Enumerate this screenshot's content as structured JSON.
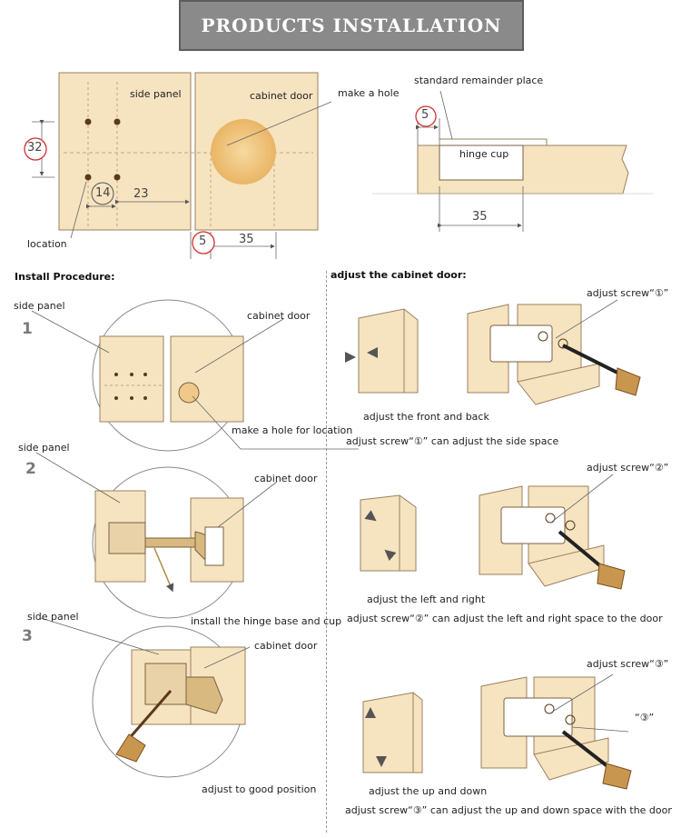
{
  "header": {
    "title": "PRODUCTS INSTALLATION"
  },
  "top_diagram": {
    "side_panel": "side panel",
    "cabinet_door": "cabinet door",
    "make_hole": "make a hole",
    "location": "location",
    "dim_32": "32",
    "dim_14": "14",
    "dim_23": "23",
    "dim_5": "5",
    "dim_35": "35"
  },
  "side_diagram": {
    "standard_remainder": "standard remainder place",
    "hinge_cup": "hinge cup",
    "dim_5": "5",
    "dim_35": "35"
  },
  "install": {
    "heading": "Install Procedure:",
    "steps": [
      {
        "num": "1",
        "side_panel": "side panel",
        "cabinet_door": "cabinet door",
        "caption": "make a hole for location"
      },
      {
        "num": "2",
        "side_panel": "side panel",
        "cabinet_door": "cabinet door",
        "caption": "install the hinge base and cup"
      },
      {
        "num": "3",
        "side_panel": "side panel",
        "cabinet_door": "cabinet door",
        "caption": "adjust to good position"
      }
    ]
  },
  "adjust": {
    "heading": "adjust the cabinet door:",
    "items": [
      {
        "screw_label": "adjust screw“①”",
        "motion": "adjust the front and back",
        "description": "adjust screw“①” can adjust the side space"
      },
      {
        "screw_label": "adjust screw“②”",
        "motion": "adjust the left and right",
        "description": "adjust screw“②” can adjust the left and right space to the door"
      },
      {
        "screw_label": "adjust screw“③”",
        "extra_label": "“③”",
        "motion": "adjust the up and down",
        "description": "adjust screw“③” can adjust the up and down space with the door"
      }
    ]
  },
  "colors": {
    "panel": "#f6e3c0",
    "panel_edge": "#9a8060",
    "hole": "#f0c98a",
    "red_circle": "#d23030",
    "metal": "#b08a40"
  }
}
